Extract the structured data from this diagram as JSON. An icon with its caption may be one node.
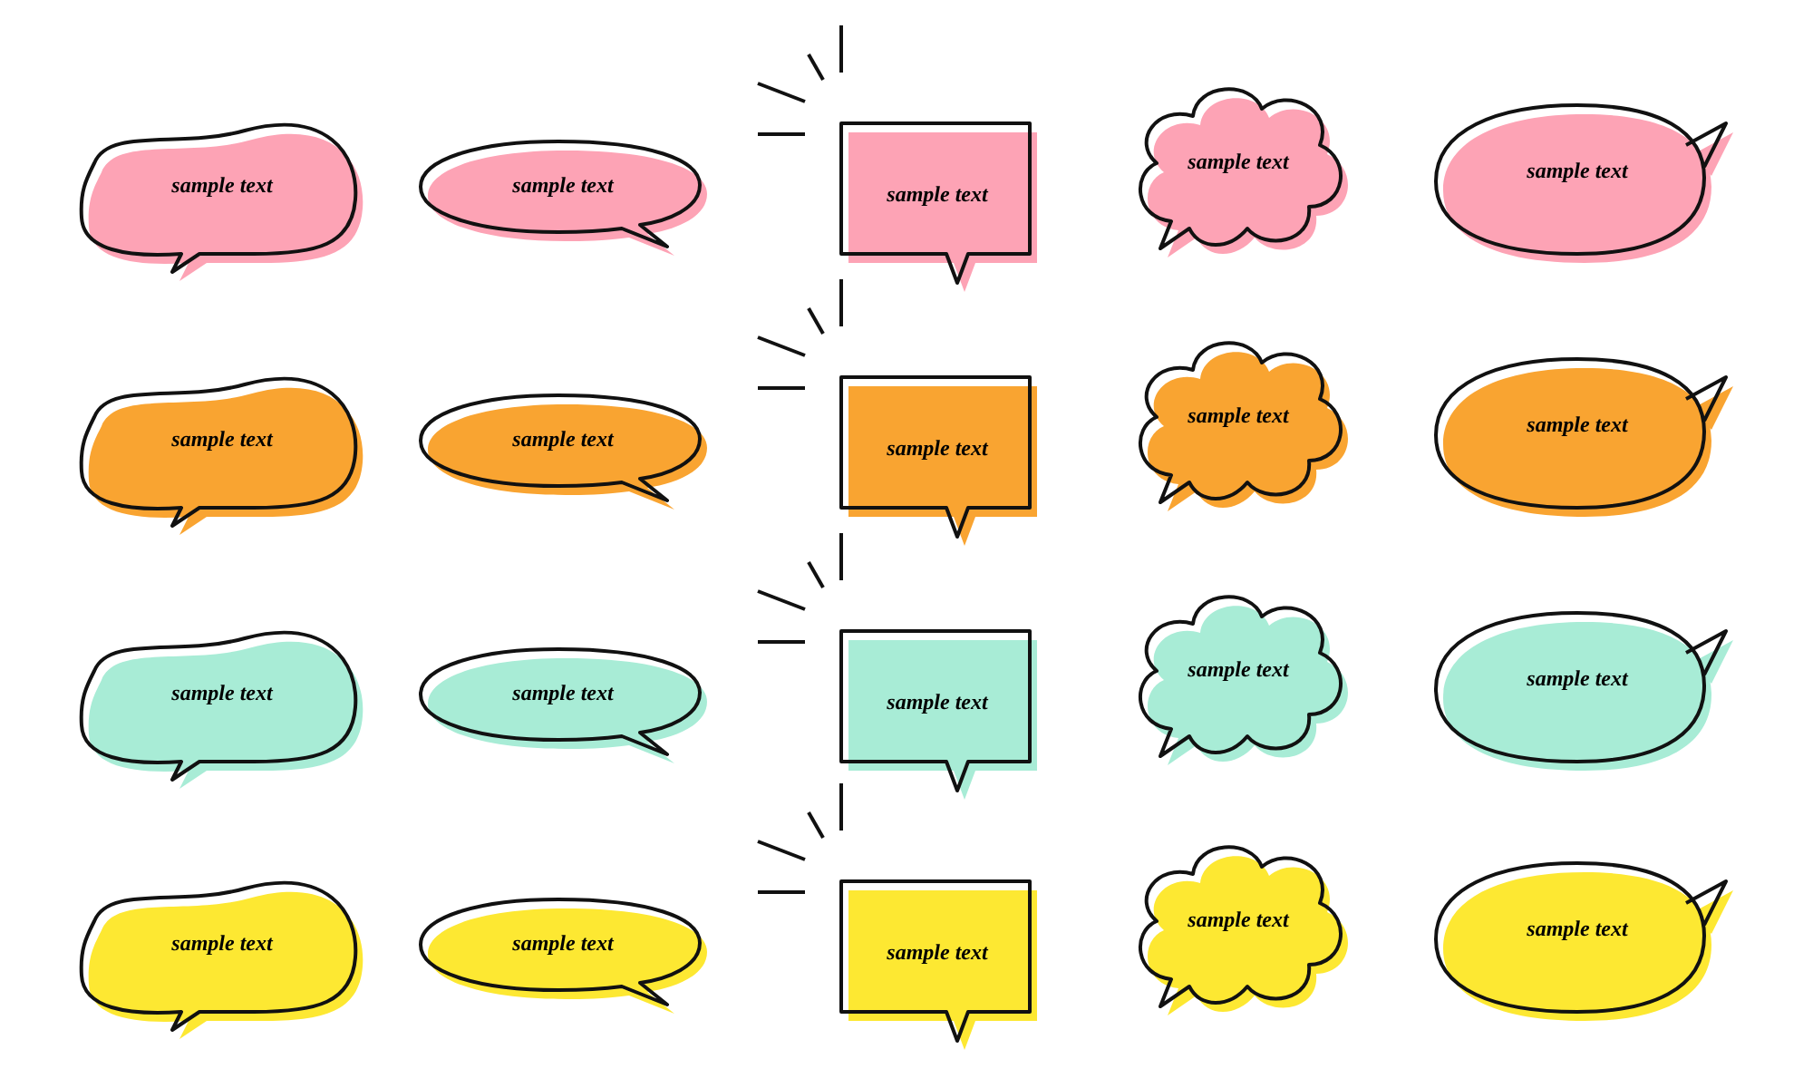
{
  "diagram": {
    "nodes": [
      {
        "text": [
          "sample text"
        ]
      },
      {
        "text": [
          "sample text"
        ]
      },
      {
        "text": [
          "sample text"
        ]
      },
      {
        "text": [
          "sample text"
        ]
      },
      {
        "text": [
          "sample text"
        ]
      },
      {
        "text": [
          "sample text"
        ]
      },
      {
        "text": [
          "sample text"
        ]
      },
      {
        "text": [
          "sample text"
        ]
      },
      {
        "text": [
          "sample text"
        ]
      },
      {
        "text": [
          "sample text"
        ]
      },
      {
        "text": [
          "sample text"
        ]
      },
      {
        "text": [
          "sample text"
        ]
      },
      {
        "text": [
          "sample text"
        ]
      },
      {
        "text": [
          "sample text"
        ]
      },
      {
        "text": [
          "sample text"
        ]
      },
      {
        "text": [
          "sample text"
        ]
      },
      {
        "text": [
          "sample text"
        ]
      },
      {
        "text": [
          "sample text"
        ]
      },
      {
        "text": [
          "sample text"
        ]
      },
      {
        "text": [
          "sample text"
        ]
      }
    ]
  }
}
